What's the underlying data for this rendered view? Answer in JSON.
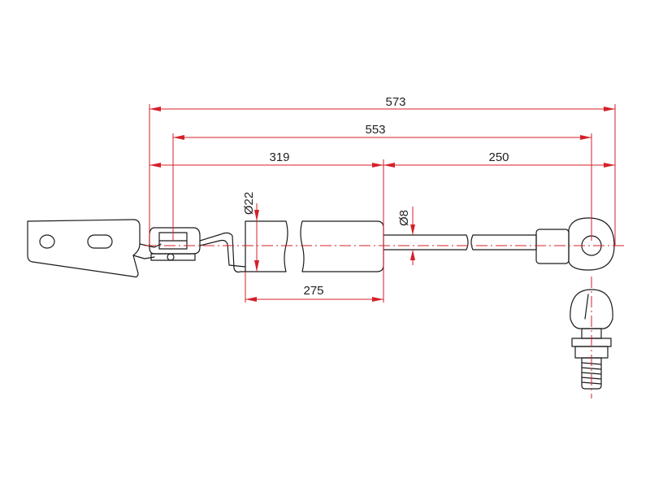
{
  "dimensions": {
    "overall_length": "573",
    "mount_to_eye": "553",
    "left_section": "319",
    "right_section": "250",
    "cylinder_diameter": "Ø22",
    "rod_diameter": "Ø8",
    "cylinder_length": "275"
  },
  "colors": {
    "dimension_lines": "#d4202a",
    "outline": "#1a1a1a",
    "background": "#ffffff"
  }
}
